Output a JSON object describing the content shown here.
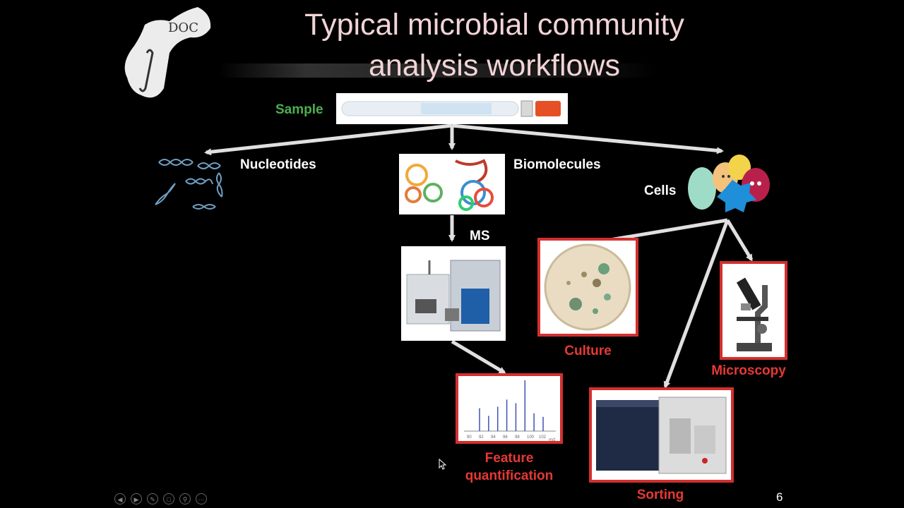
{
  "slide": {
    "title_line1": "Typical microbial community",
    "title_line2": "analysis workflows",
    "slide_number": "6"
  },
  "labels": {
    "sample": "Sample",
    "nucleotides": "Nucleotides",
    "biomolecules": "Biomolecules",
    "cells": "Cells",
    "ms": "MS",
    "culture": "Culture",
    "microscopy": "Microscopy",
    "feature_line1": "Feature",
    "feature_line2": "quantification",
    "sorting": "Sorting"
  },
  "spectrum": {
    "x_ticks": [
      "90",
      "92",
      "94",
      "96",
      "98",
      "100",
      "102"
    ],
    "x_unit": "m/z",
    "peaks": [
      0.45,
      0.3,
      0.48,
      0.62,
      0.55,
      1.0,
      0.35,
      0.28
    ]
  },
  "colors": {
    "accent_red": "#d32f2f",
    "sample_green": "#4caf50",
    "title_pink": "#f2d4d6"
  },
  "toolbar": {
    "icons": [
      "prev-icon",
      "next-icon",
      "pen-icon",
      "slides-icon",
      "zoom-icon",
      "more-icon"
    ]
  }
}
